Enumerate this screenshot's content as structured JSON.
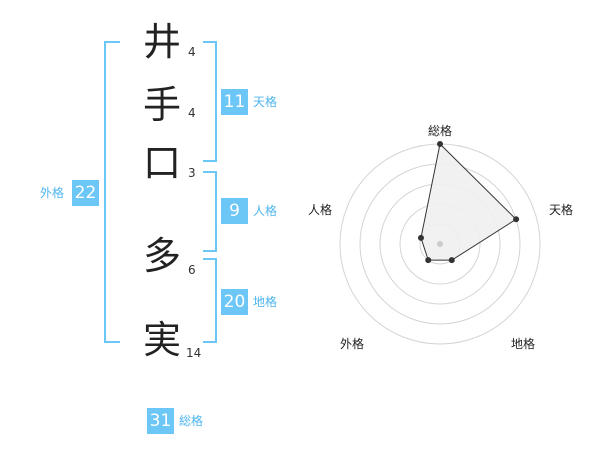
{
  "name": [
    {
      "char": "井",
      "strokes": "4"
    },
    {
      "char": "手",
      "strokes": "4"
    },
    {
      "char": "口",
      "strokes": "3"
    },
    {
      "char": "多",
      "strokes": "6"
    },
    {
      "char": "実",
      "strokes": "14"
    }
  ],
  "kakusu": {
    "tenkaku": {
      "value": "11",
      "label": "天格"
    },
    "jinkaku": {
      "value": "9",
      "label": "人格"
    },
    "chikaku": {
      "value": "20",
      "label": "地格"
    },
    "gaikaku": {
      "value": "22",
      "label": "外格"
    },
    "soukaku": {
      "value": "31",
      "label": "総格"
    }
  },
  "radar": {
    "axes": [
      "総格",
      "天格",
      "地格",
      "外格",
      "人格"
    ],
    "levels": 5,
    "scores": [
      5,
      4,
      1,
      1,
      1
    ]
  },
  "colors": {
    "accent": "#6cc6f6",
    "fill": "#efefef",
    "line": "#333333"
  }
}
